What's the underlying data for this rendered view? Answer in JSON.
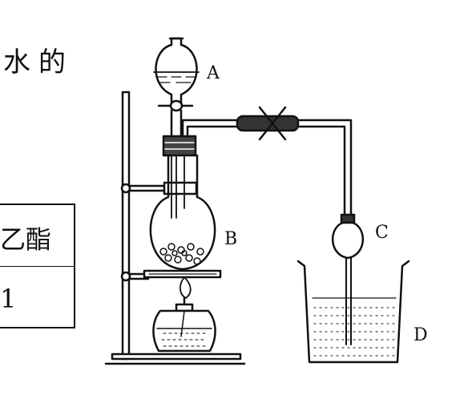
{
  "text_fragments": {
    "top_right_chars": "水的",
    "table_header_fragment": "乙酯",
    "table_value_fragment": "1"
  },
  "apparatus_labels": {
    "funnel": "A",
    "flask": "B",
    "bulb": "C",
    "beaker": "D"
  }
}
